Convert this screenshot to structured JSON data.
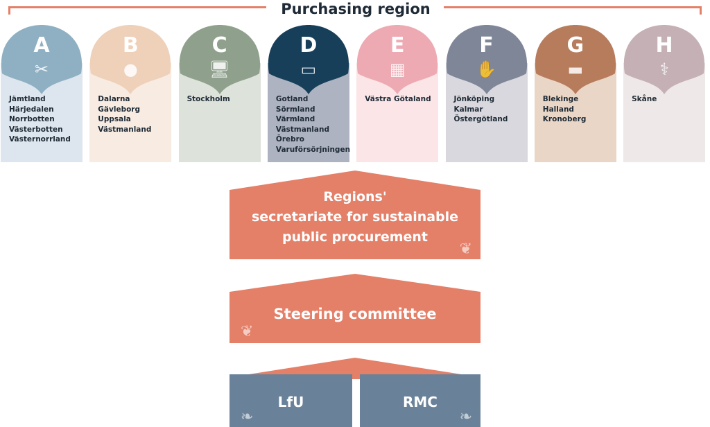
{
  "header": {
    "title": "Purchasing region"
  },
  "regions": [
    {
      "letter": "A",
      "icon": "scissors-icon",
      "glyph": "✂",
      "color": "#8fb0c2",
      "bg": "#dde6ee",
      "items": [
        "Jämtland",
        "Härjedalen",
        "Norrbotten",
        "Västerbotten",
        "Västernorrland"
      ]
    },
    {
      "letter": "B",
      "icon": "tomato-icon",
      "glyph": "●",
      "color": "#efd0b8",
      "bg": "#f8ebe2",
      "items": [
        "Dalarna",
        "Gävleborg",
        "Uppsala",
        "Västmanland"
      ]
    },
    {
      "letter": "C",
      "icon": "computer-icon",
      "glyph": "🖥",
      "color": "#8fa18c",
      "bg": "#dde2db",
      "items": [
        "Stockholm"
      ]
    },
    {
      "letter": "D",
      "icon": "bandage-icon",
      "glyph": "▭",
      "color": "#173f5a",
      "bg": "#aeb3c1",
      "items": [
        "Gotland",
        "Sörmland",
        "Värmland",
        "Västmanland",
        "Örebro",
        "Varuförsörjningen"
      ]
    },
    {
      "letter": "E",
      "icon": "pills-icon",
      "glyph": "▦",
      "color": "#eeaab2",
      "bg": "#fbe5e7",
      "items": [
        "Västra Götaland"
      ]
    },
    {
      "letter": "F",
      "icon": "gloves-icon",
      "glyph": "✋",
      "color": "#7f8698",
      "bg": "#d8d8de",
      "items": [
        "Jönköping",
        "Kalmar",
        "Östergötland"
      ]
    },
    {
      "letter": "G",
      "icon": "hospital-bed-icon",
      "glyph": "▬",
      "color": "#b67c5c",
      "bg": "#ead6c6",
      "items": [
        "Blekinge",
        "Halland",
        "Kronoberg"
      ]
    },
    {
      "letter": "H",
      "icon": "lab-coat-icon",
      "glyph": "⚕",
      "color": "#c4b0b5",
      "bg": "#efe8e8",
      "items": [
        "Skåne"
      ]
    }
  ],
  "secretariate": {
    "lines": [
      "Regions'",
      "secretariate for sustainable",
      "public procurement"
    ],
    "color": "#e47f68"
  },
  "steering": {
    "label": "Steering committee",
    "color": "#e47f68"
  },
  "base": {
    "left": "LfU",
    "right": "RMC",
    "color": "#6a8299"
  }
}
